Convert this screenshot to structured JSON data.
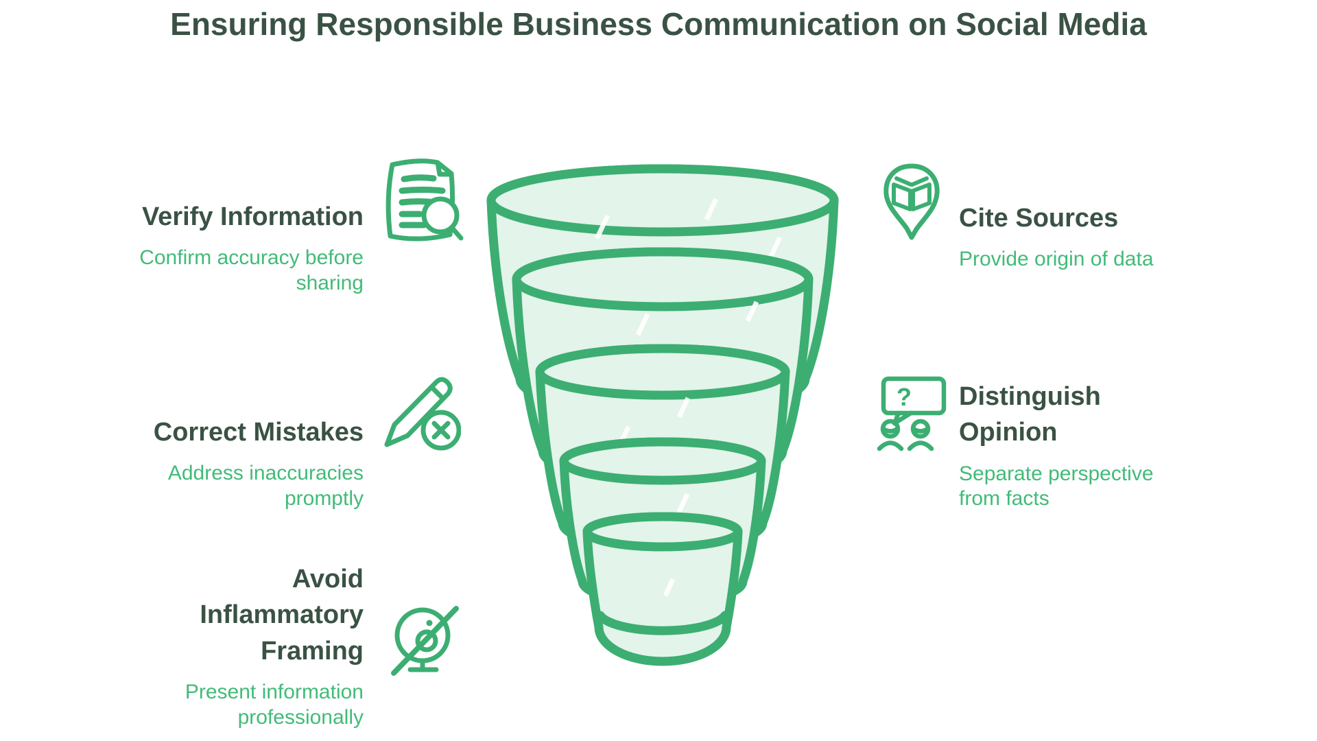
{
  "title": "Ensuring Responsible Business Communication on Social Media",
  "colors": {
    "title_text": "#3A5244",
    "heading_text": "#3A5244",
    "description_text": "#41BB78",
    "icon_stroke": "#3CAE72",
    "funnel_stroke": "#3CAE72",
    "funnel_fill": "#E3F4EA",
    "background": "#FFFFFF"
  },
  "left_items": [
    {
      "heading": "Verify Information",
      "description": "Confirm accuracy before sharing",
      "icon": "document-search-icon"
    },
    {
      "heading": "Correct Mistakes",
      "description": "Address inaccuracies promptly",
      "icon": "pencil-cross-icon"
    },
    {
      "heading": "Avoid Inflammatory Framing",
      "description": "Present information professionally",
      "icon": "broadcast-slash-icon"
    }
  ],
  "right_items": [
    {
      "heading": "Cite Sources",
      "description": "Provide origin of data",
      "icon": "book-pin-icon"
    },
    {
      "heading": "Distinguish Opinion",
      "description": "Separate perspective from facts",
      "icon": "question-bubble-people-icon"
    }
  ],
  "funnel": {
    "type": "funnel",
    "layers": 5,
    "style": "hand-drawn stacked narrowing cylinders, green outline, mint fill"
  }
}
